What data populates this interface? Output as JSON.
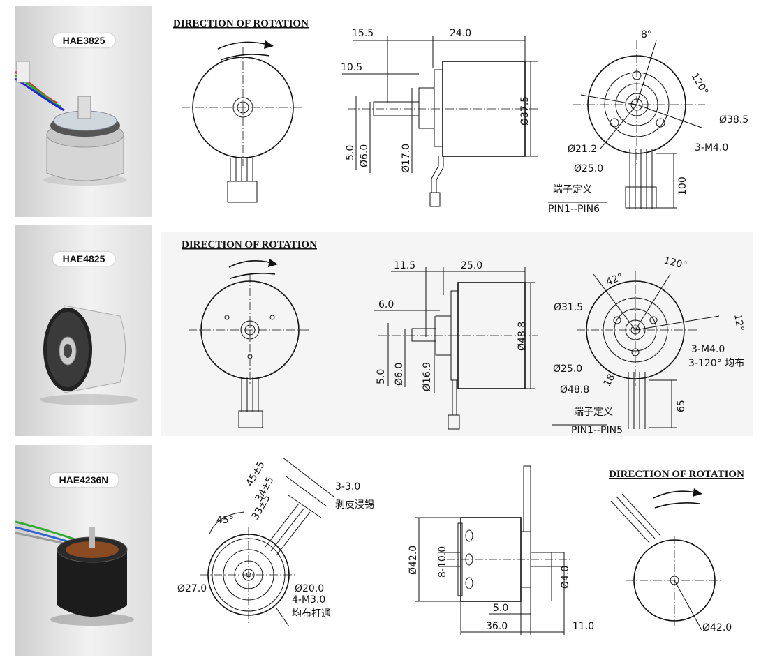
{
  "motors": [
    {
      "model": "HAE3825",
      "direction_title": "DIRECTION OF ROTATION",
      "side_dims": [
        "15.5",
        "24.0",
        "10.5",
        "5.0",
        "Ø6.0",
        "Ø17.0",
        "Ø37.5"
      ],
      "front_dims": [
        "8°",
        "120°",
        "Ø38.5",
        "Ø21.2",
        "3-M4.0",
        "Ø25.0",
        "100"
      ],
      "pin_label_cn": "端子定义",
      "pin_label": "PIN1--PIN6"
    },
    {
      "model": "HAE4825",
      "direction_title": "DIRECTION OF ROTATION",
      "side_dims": [
        "11.5",
        "25.0",
        "6.0",
        "5.0",
        "Ø6.0",
        "Ø16.9",
        "Ø48.8"
      ],
      "front_dims": [
        "120°",
        "42°",
        "Ø31.5",
        "12°",
        "3-M4.0",
        "3-120° 均布",
        "Ø25.0",
        "18",
        "Ø48.8",
        "65"
      ],
      "pin_label_cn": "端子定义",
      "pin_label": "PIN1--PIN5"
    },
    {
      "model": "HAE4236N",
      "direction_title": "DIRECTION OF ROTATION",
      "front_dims": [
        "45±5",
        "34±5",
        "33±5",
        "45°",
        "3-3.0",
        "剥皮浸锡",
        "Ø27.0",
        "Ø20.0",
        "4-M3.0",
        "均布打通"
      ],
      "side_dims": [
        "Ø42.0",
        "8-10.0",
        "Ø4.0",
        "5.0",
        "36.0",
        "11.0"
      ],
      "rot_dims": [
        "Ø42.0"
      ]
    }
  ]
}
